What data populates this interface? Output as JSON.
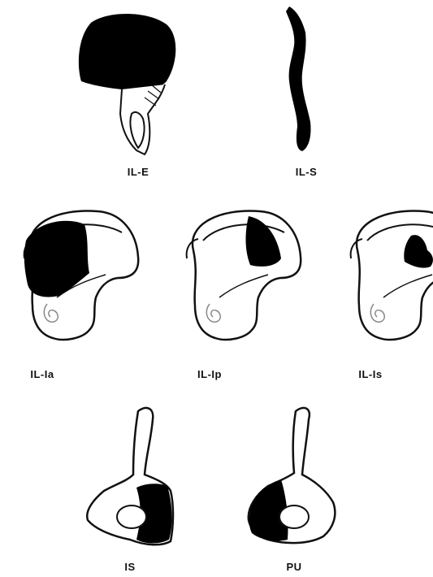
{
  "figure": {
    "panels": [
      {
        "id": "il-e",
        "label": "IL-E"
      },
      {
        "id": "il-s",
        "label": "IL-S"
      },
      {
        "id": "il-ia",
        "label": "IL-Ia"
      },
      {
        "id": "il-ip",
        "label": "IL-Ip"
      },
      {
        "id": "il-is",
        "label": "IL-Is"
      },
      {
        "id": "is",
        "label": "IS"
      },
      {
        "id": "pu",
        "label": "PU"
      }
    ]
  },
  "colors": {
    "fill_region": "#000000",
    "outline": "#111111",
    "bone": "#ffffff",
    "foramen": "#888888"
  }
}
